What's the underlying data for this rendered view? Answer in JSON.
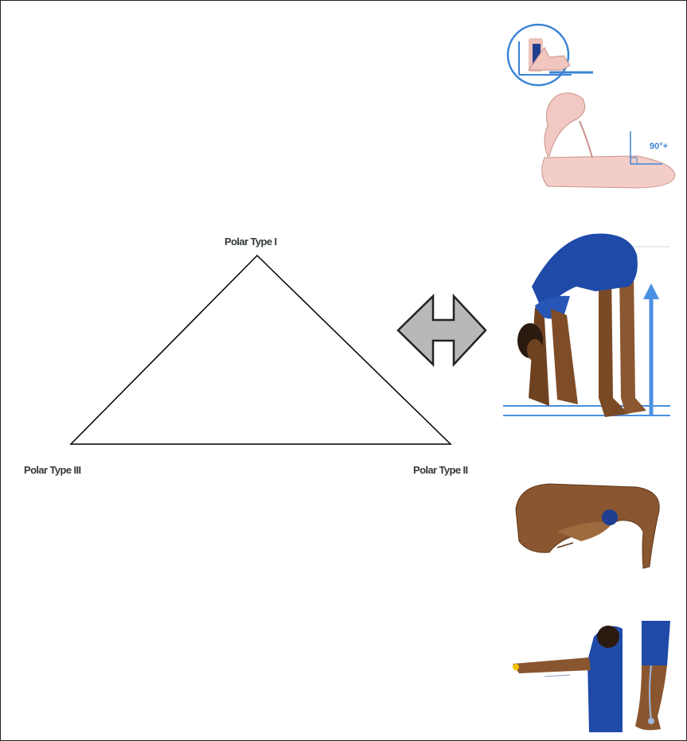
{
  "diagram": {
    "vertices": [
      {
        "id": "top",
        "label": "Polar Type I"
      },
      {
        "id": "right",
        "label": "Polar Type II"
      },
      {
        "id": "left",
        "label": "Polar Type III"
      }
    ]
  },
  "arrow": {
    "type": "double-headed-horizontal",
    "fill": "#b8b8b8",
    "stroke": "#222222"
  },
  "illustrations": [
    {
      "id": "wrist-flexion-thumb",
      "callout": "90°+"
    },
    {
      "id": "forward-bend-palms-floor"
    },
    {
      "id": "thumb-to-forearm"
    },
    {
      "id": "elbow-and-knee-hyperextension"
    }
  ],
  "colors": {
    "skin_light": "#f2c6c0",
    "skin_dark": "#8a5630",
    "clothing": "#1e49a8",
    "guide_lines": "#4a90e2"
  }
}
